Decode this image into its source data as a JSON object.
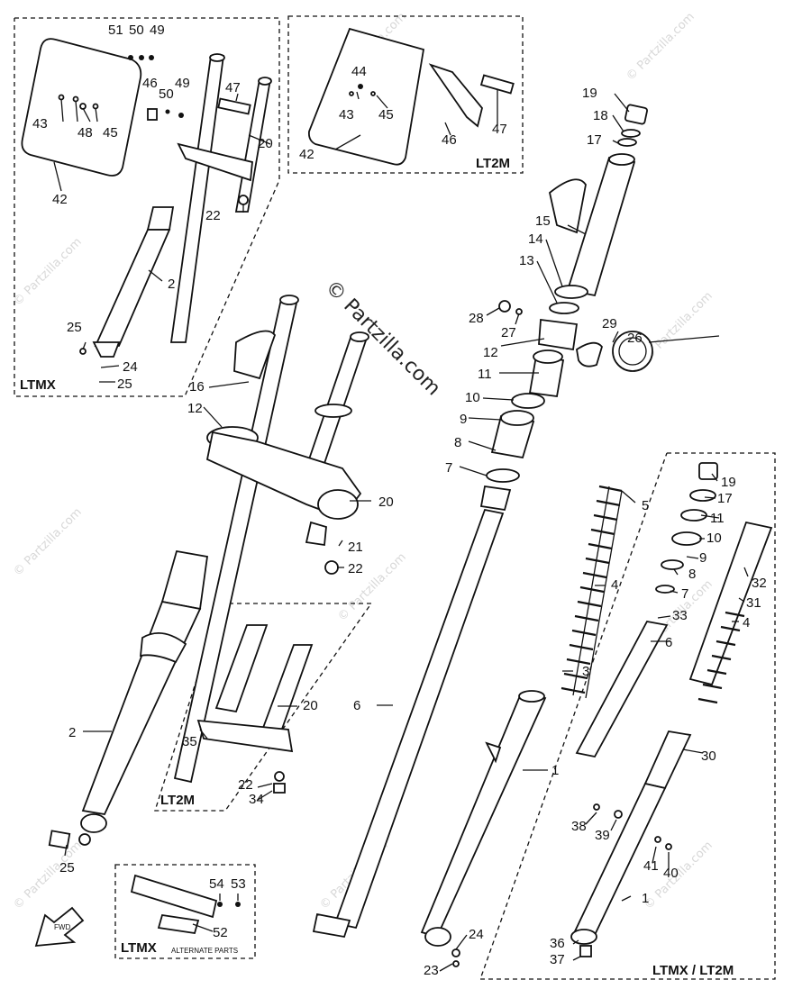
{
  "watermark": {
    "brand": "© Partzilla.com",
    "repeat_text": "© Partzilla.com"
  },
  "boxes": {
    "ltmx_top": "LTMX",
    "lt2m_top": "LT2M",
    "lt2m_mid": "LT2M",
    "ltmx_bottom": "LTMX",
    "ltmx_bottom_note": "ALTERNATE PARTS",
    "ltmx_lt2m": "LTMX / LT2M"
  },
  "fwd_arrow": "FWD",
  "callouts": [
    {
      "id": "c51",
      "text": "51"
    },
    {
      "id": "c50a",
      "text": "50"
    },
    {
      "id": "c49a",
      "text": "49"
    },
    {
      "id": "c46a",
      "text": "46"
    },
    {
      "id": "c50b",
      "text": "50"
    },
    {
      "id": "c49b",
      "text": "49"
    },
    {
      "id": "c47a",
      "text": "47"
    },
    {
      "id": "c20a",
      "text": "20"
    },
    {
      "id": "c43a",
      "text": "43"
    },
    {
      "id": "c48",
      "text": "48"
    },
    {
      "id": "c45a",
      "text": "45"
    },
    {
      "id": "c42a",
      "text": "42"
    },
    {
      "id": "c22a",
      "text": "22"
    },
    {
      "id": "c2a",
      "text": "2"
    },
    {
      "id": "c25a",
      "text": "25"
    },
    {
      "id": "c24a",
      "text": "24"
    },
    {
      "id": "c25b",
      "text": "25"
    },
    {
      "id": "c44",
      "text": "44"
    },
    {
      "id": "c43b",
      "text": "43"
    },
    {
      "id": "c45b",
      "text": "45"
    },
    {
      "id": "c46b",
      "text": "46"
    },
    {
      "id": "c47b",
      "text": "47"
    },
    {
      "id": "c42b",
      "text": "42"
    },
    {
      "id": "c19a",
      "text": "19"
    },
    {
      "id": "c18",
      "text": "18"
    },
    {
      "id": "c17a",
      "text": "17"
    },
    {
      "id": "c15",
      "text": "15"
    },
    {
      "id": "c14",
      "text": "14"
    },
    {
      "id": "c13",
      "text": "13"
    },
    {
      "id": "c28",
      "text": "28"
    },
    {
      "id": "c27",
      "text": "27"
    },
    {
      "id": "c29",
      "text": "29"
    },
    {
      "id": "c26",
      "text": "26"
    },
    {
      "id": "c12a",
      "text": "12"
    },
    {
      "id": "c11a",
      "text": "11"
    },
    {
      "id": "c10a",
      "text": "10"
    },
    {
      "id": "c9a",
      "text": "9"
    },
    {
      "id": "c8a",
      "text": "8"
    },
    {
      "id": "c7a",
      "text": "7"
    },
    {
      "id": "c16",
      "text": "16"
    },
    {
      "id": "c12b",
      "text": "12"
    },
    {
      "id": "c20b",
      "text": "20"
    },
    {
      "id": "c21",
      "text": "21"
    },
    {
      "id": "c22b",
      "text": "22"
    },
    {
      "id": "c5",
      "text": "5"
    },
    {
      "id": "c4a",
      "text": "4"
    },
    {
      "id": "c3",
      "text": "3"
    },
    {
      "id": "c6a",
      "text": "6"
    },
    {
      "id": "c1a",
      "text": "1"
    },
    {
      "id": "c2b",
      "text": "2"
    },
    {
      "id": "c25c",
      "text": "25"
    },
    {
      "id": "c20c",
      "text": "20"
    },
    {
      "id": "c35",
      "text": "35"
    },
    {
      "id": "c22c",
      "text": "22"
    },
    {
      "id": "c34",
      "text": "34"
    },
    {
      "id": "c19b",
      "text": "19"
    },
    {
      "id": "c17b",
      "text": "17"
    },
    {
      "id": "c11b",
      "text": "11"
    },
    {
      "id": "c10b",
      "text": "10"
    },
    {
      "id": "c9b",
      "text": "9"
    },
    {
      "id": "c8b",
      "text": "8"
    },
    {
      "id": "c7b",
      "text": "7"
    },
    {
      "id": "c33",
      "text": "33"
    },
    {
      "id": "c6b",
      "text": "6"
    },
    {
      "id": "c32",
      "text": "32"
    },
    {
      "id": "c31",
      "text": "31"
    },
    {
      "id": "c4b",
      "text": "4"
    },
    {
      "id": "c30",
      "text": "30"
    },
    {
      "id": "c38",
      "text": "38"
    },
    {
      "id": "c39",
      "text": "39"
    },
    {
      "id": "c41",
      "text": "41"
    },
    {
      "id": "c40",
      "text": "40"
    },
    {
      "id": "c1b",
      "text": "1"
    },
    {
      "id": "c36",
      "text": "36"
    },
    {
      "id": "c37",
      "text": "37"
    },
    {
      "id": "c54",
      "text": "54"
    },
    {
      "id": "c53",
      "text": "53"
    },
    {
      "id": "c52",
      "text": "52"
    },
    {
      "id": "c24b",
      "text": "24"
    },
    {
      "id": "c23",
      "text": "23"
    }
  ]
}
